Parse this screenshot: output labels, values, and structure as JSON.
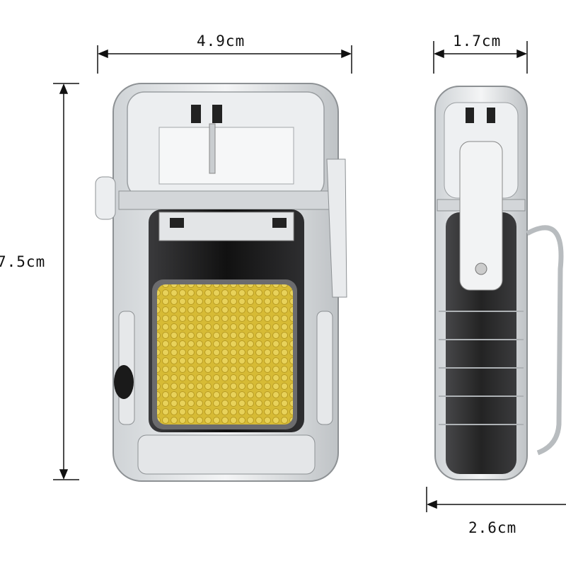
{
  "dimensions": {
    "width_label": "4.9cm",
    "height_label": "7.5cm",
    "thickness_label": "1.7cm",
    "depth_with_clip_label": "2.6cm"
  },
  "colors": {
    "case": "#d9dde0",
    "body": "#1c1c1e",
    "led_panel": "#d9bf3a",
    "dimension_line": "#111111"
  }
}
